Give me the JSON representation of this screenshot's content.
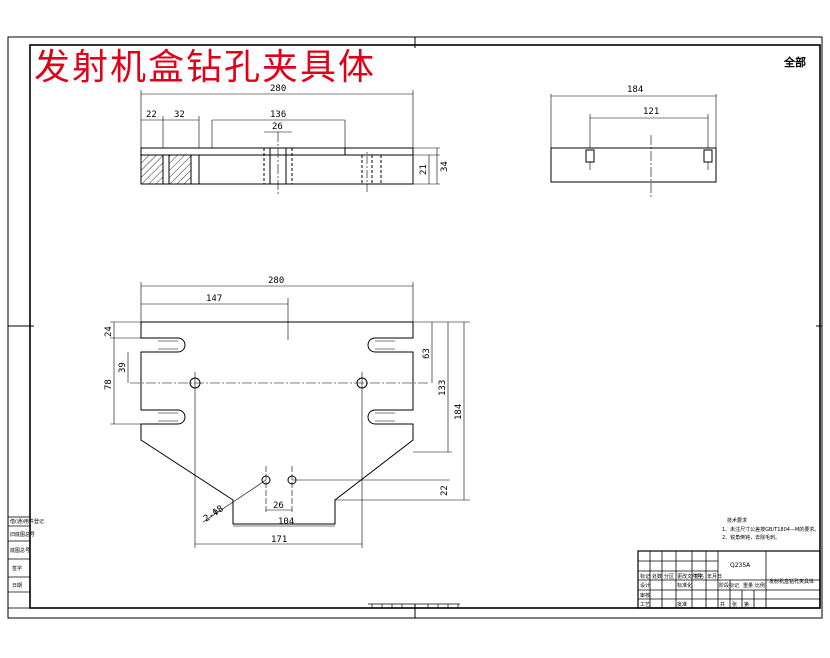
{
  "drawing": {
    "title": "发射机盒钻孔夹具体",
    "corner_mark": "全部"
  },
  "front_view": {
    "dims": {
      "overall": "280",
      "a": "22",
      "b": "32",
      "c": "136",
      "d": "26",
      "h1": "21",
      "h2": "34"
    }
  },
  "side_view": {
    "dims": {
      "overall": "184",
      "inner": "121"
    }
  },
  "plan_view": {
    "dims": {
      "width": "280",
      "half": "147",
      "slot_top": "24",
      "slot_gap": "39",
      "slot_span": "78",
      "right_a": "63",
      "right_b": "133",
      "right_c": "184",
      "bottom": "22",
      "hole_gap": "26",
      "hole_span": "104",
      "base_width": "171",
      "hole_note": "2-Φ8"
    }
  },
  "tech_requirements": {
    "heading": "技术要求",
    "line1": "1、未注尺寸公差按GB/T1804—M的要求。",
    "line2": "2、锐角倒钝，去除毛刺。"
  },
  "title_block": {
    "material": "Q235A",
    "part_name": "发射机盒钻孔夹具体",
    "labels": [
      "标记",
      "处数",
      "分区",
      "更改文件号",
      "签名",
      "年月日",
      "设计",
      "标准化",
      "审核",
      "工艺",
      "批准",
      "阶段标记",
      "重量",
      "比例",
      "共",
      "张",
      "第"
    ]
  },
  "side_table": {
    "rows": [
      "借(通)用件登记",
      "旧底图总号",
      "底图总号",
      "签字",
      "日期"
    ]
  }
}
